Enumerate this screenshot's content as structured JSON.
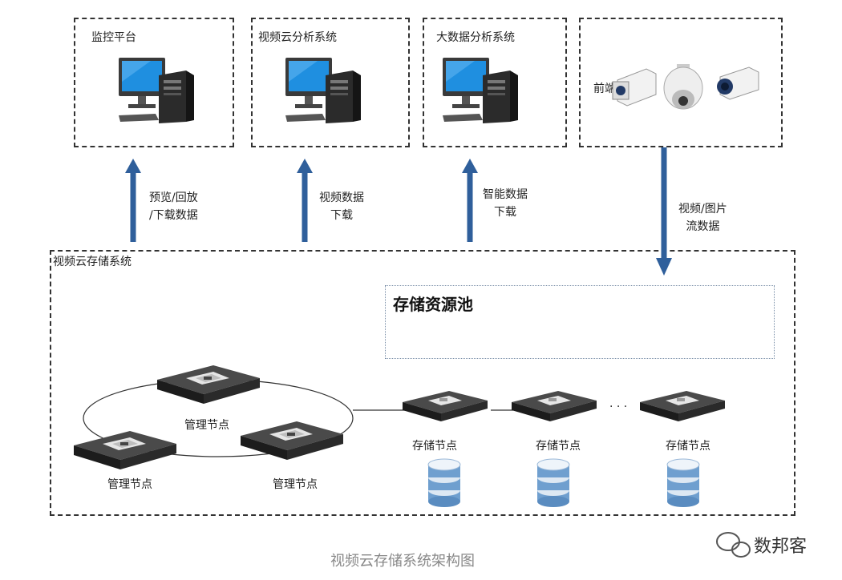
{
  "top_boxes": [
    {
      "label": "监控平台"
    },
    {
      "label": "视频云分析系统"
    },
    {
      "label": "大数据分析系统"
    },
    {
      "label": "前端"
    }
  ],
  "arrows": {
    "a1": [
      "预览/回放",
      "/下载数据"
    ],
    "a2": [
      "视频数据",
      "下载"
    ],
    "a3": [
      "智能数据",
      "下载"
    ],
    "a4": [
      "视频/图片",
      "流数据"
    ]
  },
  "storage_system": {
    "label": "视频云存储系统"
  },
  "storage_pool": {
    "label": "存储资源池"
  },
  "management_nodes": [
    "管理节点",
    "管理节点",
    "管理节点"
  ],
  "storage_nodes": [
    "存储节点",
    "存储节点",
    "存储节点"
  ],
  "ellipsis": "· · ·",
  "caption": "视频云存储系统架构图",
  "watermark": "数邦客",
  "colors": {
    "arrow": "#2f5f9b",
    "screen": "#1f8fe0",
    "device": "#2a2a2a",
    "disk": "#6f9fcf"
  }
}
